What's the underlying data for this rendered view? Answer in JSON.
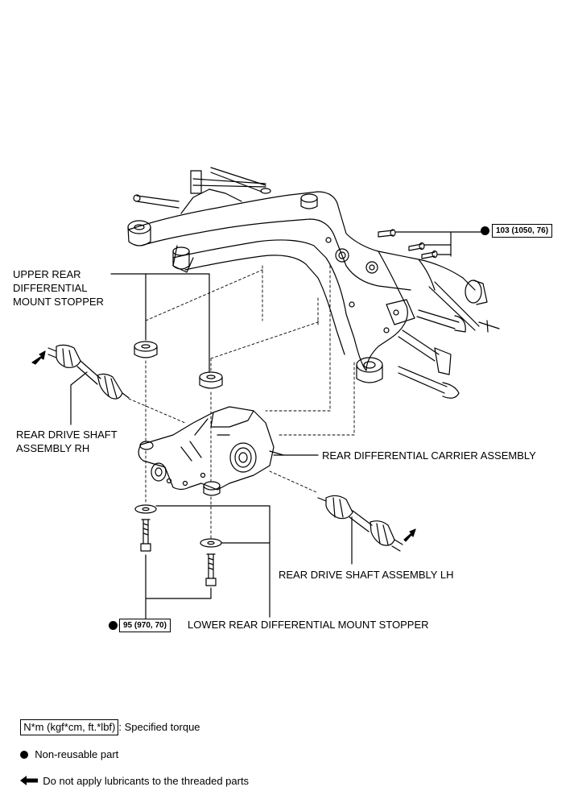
{
  "labels": {
    "upper_stopper": "UPPER REAR\nDIFFERENTIAL\nMOUNT STOPPER",
    "drive_shaft_rh": "REAR DRIVE SHAFT\nASSEMBLY RH",
    "carrier": "REAR DIFFERENTIAL CARRIER ASSEMBLY",
    "drive_shaft_lh": "REAR DRIVE SHAFT ASSEMBLY LH",
    "lower_stopper": "LOWER REAR DIFFERENTIAL MOUNT STOPPER"
  },
  "torque": {
    "upper": "103 (1050, 76)",
    "lower": "95 (970, 70)"
  },
  "legend": {
    "torque_box": "N*m (kgf*cm, ft.*lbf)",
    "torque_text": ": Specified torque",
    "nonreusable": "Non-reusable part",
    "no_lube": "Do not apply lubricants to the threaded parts"
  }
}
